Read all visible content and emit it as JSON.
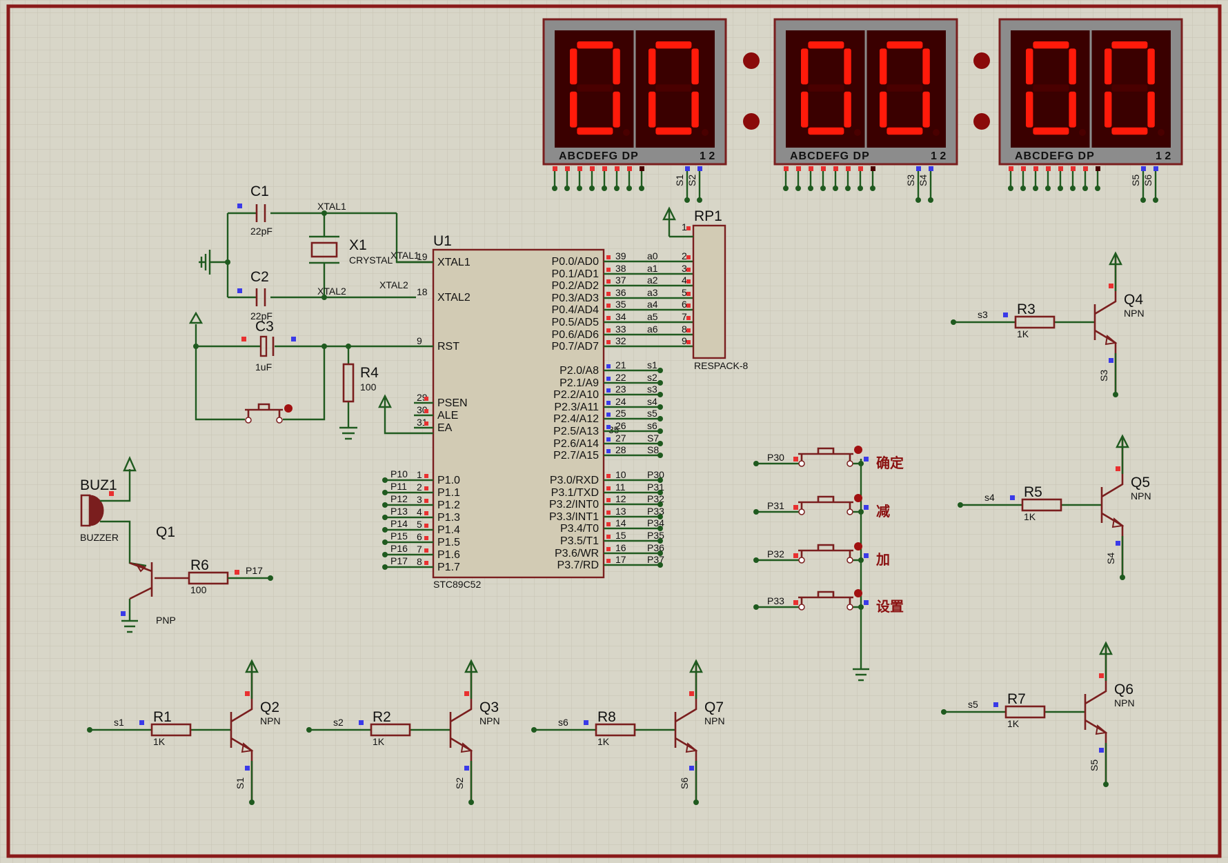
{
  "components": {
    "u1": {
      "ref": "U1",
      "part": "STC89C52",
      "left_pins": [
        {
          "num": "19",
          "name": "XTAL1"
        },
        {
          "num": "18",
          "name": "XTAL2"
        },
        {
          "num": "9",
          "name": "RST"
        },
        {
          "num": "29",
          "name": "PSEN"
        },
        {
          "num": "30",
          "name": "ALE"
        },
        {
          "num": "31",
          "name": "EA"
        },
        {
          "num": "1",
          "name": "P1.0",
          "net": "P10"
        },
        {
          "num": "2",
          "name": "P1.1",
          "net": "P11"
        },
        {
          "num": "3",
          "name": "P1.2",
          "net": "P12"
        },
        {
          "num": "4",
          "name": "P1.3",
          "net": "P13"
        },
        {
          "num": "5",
          "name": "P1.4",
          "net": "P14"
        },
        {
          "num": "6",
          "name": "P1.5",
          "net": "P15"
        },
        {
          "num": "7",
          "name": "P1.6",
          "net": "P16"
        },
        {
          "num": "8",
          "name": "P1.7",
          "net": "P17"
        }
      ],
      "right_pins": [
        {
          "num": "39",
          "name": "P0.0/AD0",
          "net": "a0"
        },
        {
          "num": "38",
          "name": "P0.1/AD1",
          "net": "a1"
        },
        {
          "num": "37",
          "name": "P0.2/AD2",
          "net": "a2"
        },
        {
          "num": "36",
          "name": "P0.3/AD3",
          "net": "a3"
        },
        {
          "num": "35",
          "name": "P0.4/AD4",
          "net": "a4"
        },
        {
          "num": "34",
          "name": "P0.5/AD5",
          "net": "a5"
        },
        {
          "num": "33",
          "name": "P0.6/AD6",
          "net": "a6"
        },
        {
          "num": "32",
          "name": "P0.7/AD7",
          "net": ""
        },
        {
          "num": "21",
          "name": "P2.0/A8",
          "net": "s1"
        },
        {
          "num": "22",
          "name": "P2.1/A9",
          "net": "s2"
        },
        {
          "num": "23",
          "name": "P2.2/A10",
          "net": "s3"
        },
        {
          "num": "24",
          "name": "P2.3/A11",
          "net": "s4"
        },
        {
          "num": "25",
          "name": "P2.4/A12",
          "net": "s5"
        },
        {
          "num": "26",
          "name": "P2.5/A13",
          "net": "s6"
        },
        {
          "num": "27",
          "name": "P2.6/A14",
          "net": "S7"
        },
        {
          "num": "28",
          "name": "P2.7/A15",
          "net": "S8"
        },
        {
          "num": "10",
          "name": "P3.0/RXD",
          "net": "P30"
        },
        {
          "num": "11",
          "name": "P3.1/TXD",
          "net": "P31"
        },
        {
          "num": "12",
          "name": "P3.2/INT0",
          "net": "P32"
        },
        {
          "num": "13",
          "name": "P3.3/INT1",
          "net": "P33"
        },
        {
          "num": "14",
          "name": "P3.4/T0",
          "net": "P34"
        },
        {
          "num": "15",
          "name": "P3.5/T1",
          "net": "P35"
        },
        {
          "num": "16",
          "name": "P3.6/WR",
          "net": "P36"
        },
        {
          "num": "17",
          "name": "P3.7/RD",
          "net": "P37"
        }
      ],
      "overlap_label": "35"
    },
    "rp1": {
      "ref": "RP1",
      "part": "RESPACK-8",
      "pins": [
        "1",
        "2",
        "3",
        "4",
        "5",
        "6",
        "7",
        "8",
        "9"
      ]
    },
    "c1": {
      "ref": "C1",
      "value": "22pF"
    },
    "c2": {
      "ref": "C2",
      "value": "22pF"
    },
    "c3": {
      "ref": "C3",
      "value": "1uF"
    },
    "x1": {
      "ref": "X1",
      "value": "CRYSTAL"
    },
    "r4": {
      "ref": "R4",
      "value": "100"
    },
    "r6": {
      "ref": "R6",
      "value": "100"
    },
    "buz1": {
      "ref": "BUZ1",
      "value": "BUZZER"
    },
    "q1": {
      "ref": "Q1",
      "type": "PNP"
    },
    "net_labels": {
      "xtal1": "XTAL1",
      "xtal2": "XTAL2",
      "p17": "P17"
    },
    "drivers": [
      {
        "r": "R1",
        "rv": "1K",
        "q": "Q2",
        "type": "NPN",
        "in": "s1",
        "out": "S1"
      },
      {
        "r": "R2",
        "rv": "1K",
        "q": "Q3",
        "type": "NPN",
        "in": "s2",
        "out": "S2"
      },
      {
        "r": "R8",
        "rv": "1K",
        "q": "Q7",
        "type": "NPN",
        "in": "s6",
        "out": "S6"
      },
      {
        "r": "R3",
        "rv": "1K",
        "q": "Q4",
        "type": "NPN",
        "in": "s3",
        "out": "S3"
      },
      {
        "r": "R5",
        "rv": "1K",
        "q": "Q5",
        "type": "NPN",
        "in": "s4",
        "out": "S4"
      },
      {
        "r": "R7",
        "rv": "1K",
        "q": "Q6",
        "type": "NPN",
        "in": "s5",
        "out": "S5"
      }
    ],
    "buttons": [
      {
        "net": "P30",
        "label": "确定"
      },
      {
        "net": "P31",
        "label": "减"
      },
      {
        "net": "P32",
        "label": "加"
      },
      {
        "net": "P33",
        "label": "设置"
      }
    ],
    "displays": [
      {
        "digits": "00",
        "pins_label": "ABCDEFG  DP",
        "digit_pins": "1 2",
        "common": [
          "S1",
          "S2"
        ]
      },
      {
        "digits": "00",
        "pins_label": "ABCDEFG  DP",
        "digit_pins": "1 2",
        "common": [
          "S3",
          "S4"
        ]
      },
      {
        "digits": "00",
        "pins_label": "ABCDEFG  DP",
        "digit_pins": "1 2",
        "common": [
          "S5",
          "S6"
        ]
      }
    ]
  },
  "colors": {
    "background": "#d8d6c8",
    "grid": "#c6c3b2",
    "wire": "#1f5a1f",
    "body": "#7a1e1e",
    "segment_on": "#ff1a0a",
    "display_bg": "#3a0000",
    "display_frame": "#8c8c8c"
  }
}
